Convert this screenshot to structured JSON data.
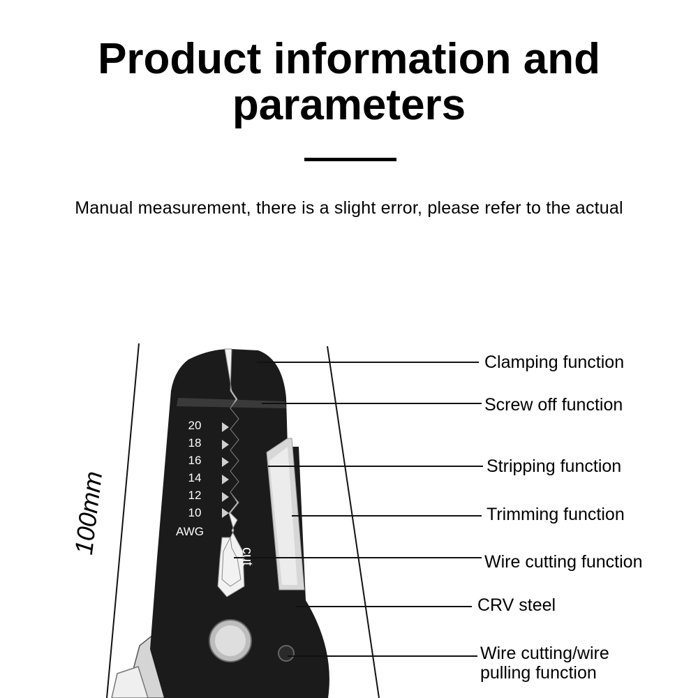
{
  "heading": {
    "line1": "Product information and",
    "line2": "parameters"
  },
  "note": "Manual measurement, there is a slight error, please refer to the actual",
  "dimension": "100mm",
  "tool_markings": {
    "gauges": [
      "20",
      "18",
      "16",
      "14",
      "12",
      "10"
    ],
    "unit": "AWG",
    "cut": "cut"
  },
  "callouts": [
    {
      "label": "Clamping function"
    },
    {
      "label": "Screw off function"
    },
    {
      "label": "Stripping function"
    },
    {
      "label": "Trimming function"
    },
    {
      "label": "Wire cutting function"
    },
    {
      "label": "CRV steel"
    },
    {
      "label": "Wire cutting/wire",
      "label2": "pulling function"
    }
  ],
  "colors": {
    "tool_body": "#1b1b1b",
    "blade": "#d7d7d7",
    "text": "#000000",
    "background": "#ffffff"
  }
}
